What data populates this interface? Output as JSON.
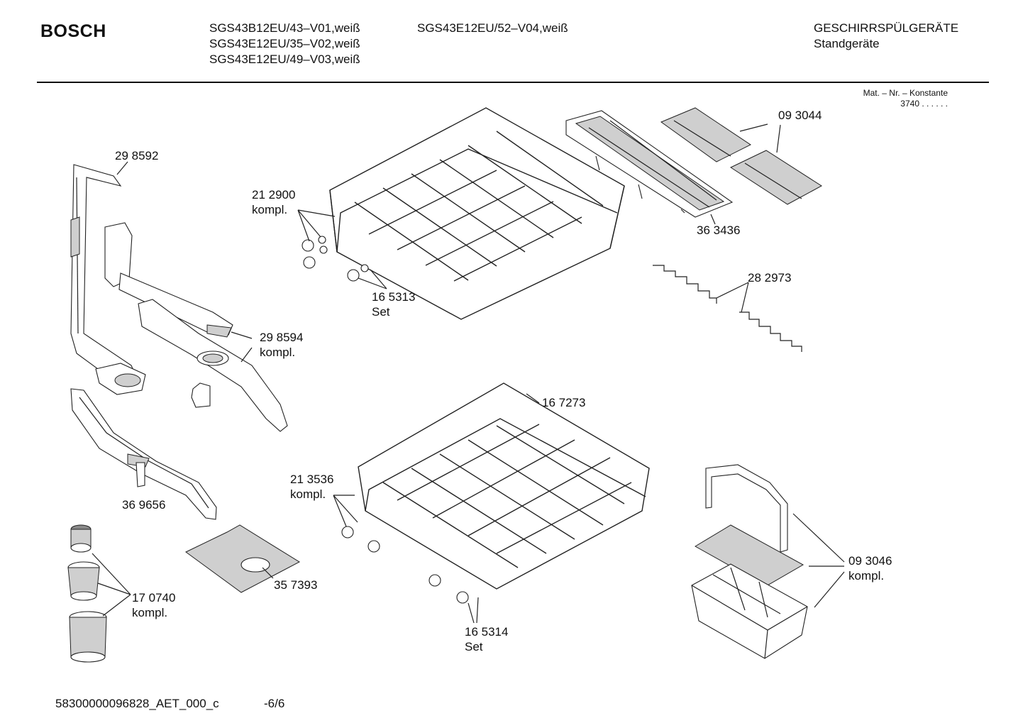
{
  "header": {
    "brand": "BOSCH",
    "models_col1": [
      "SGS43B12EU/43–V01,weiß",
      "SGS43E12EU/35–V02,weiß",
      "SGS43E12EU/49–V03,weiß"
    ],
    "models_col2": [
      "SGS43E12EU/52–V04,weiß"
    ],
    "category": [
      "GESCHIRRSPÜLGERÄTE",
      "Standgeräte"
    ],
    "konstante_label": "Mat. – Nr. – Konstante",
    "konstante_value": "3740 . . . . . ."
  },
  "parts": [
    {
      "id": "298592",
      "lines": [
        "29 8592"
      ]
    },
    {
      "id": "212900",
      "lines": [
        "21 2900",
        "kompl."
      ]
    },
    {
      "id": "165313",
      "lines": [
        "16 5313",
        "Set"
      ]
    },
    {
      "id": "093044",
      "lines": [
        "09 3044"
      ]
    },
    {
      "id": "363436",
      "lines": [
        "36 3436"
      ]
    },
    {
      "id": "282973",
      "lines": [
        "28 2973"
      ]
    },
    {
      "id": "298594",
      "lines": [
        "29 8594",
        "kompl."
      ]
    },
    {
      "id": "167273",
      "lines": [
        "16 7273"
      ]
    },
    {
      "id": "213536",
      "lines": [
        "21 3536",
        "kompl."
      ]
    },
    {
      "id": "369656",
      "lines": [
        "36 9656"
      ]
    },
    {
      "id": "357393",
      "lines": [
        "35 7393"
      ]
    },
    {
      "id": "170740",
      "lines": [
        "17 0740",
        "kompl."
      ]
    },
    {
      "id": "165314",
      "lines": [
        "16 5314",
        "Set"
      ]
    },
    {
      "id": "093046",
      "lines": [
        "09 3046",
        "kompl."
      ]
    }
  ],
  "footer": {
    "doc_id": "58300000096828_AET_000_c",
    "page": "-6/6"
  }
}
